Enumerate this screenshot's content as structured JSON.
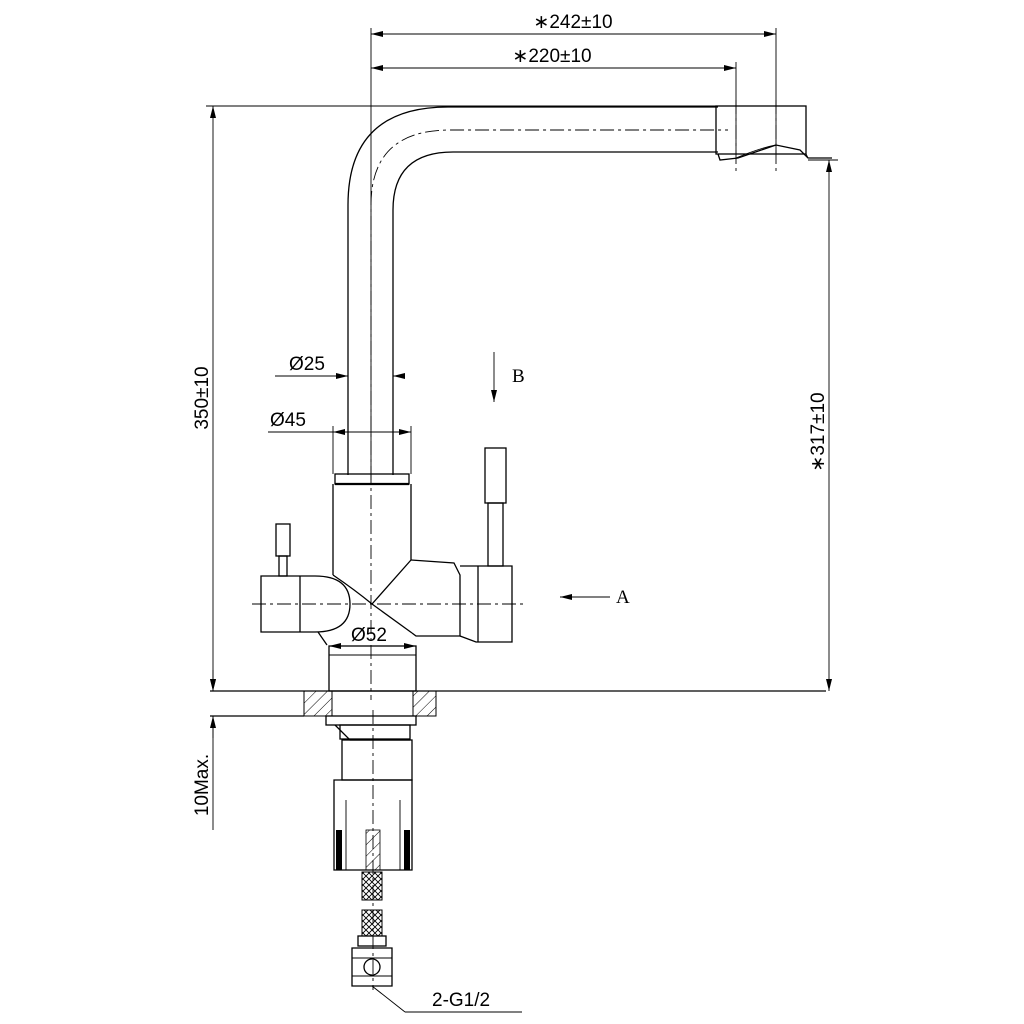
{
  "dimensions": {
    "reach_overall": "∗242±10",
    "reach_spout": "∗220±10",
    "height_total": "350±10",
    "height_spout": "∗317±10",
    "dia_spout": "Ø25",
    "dia_collar": "Ø45",
    "dia_base": "Ø52",
    "max_thickness": "10Max.",
    "connection": "2-G1/2"
  },
  "views": {
    "view_a": "A",
    "view_b": "B"
  }
}
